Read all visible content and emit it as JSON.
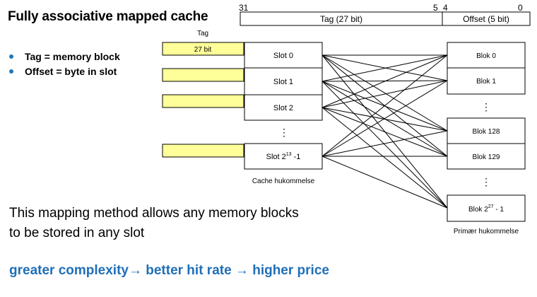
{
  "title": "Fully associative mapped cache",
  "bullets": [
    "Tag = memory block",
    "Offset = byte in slot"
  ],
  "description_line1": "This mapping method allows any memory blocks",
  "description_line2": "to be stored in any slot",
  "conclusion": "greater complexity→ better hit rate → higher price",
  "address": {
    "bit_high": "31",
    "bit_split_high": "5",
    "bit_split_low": "4",
    "bit_low": "0",
    "tag_field": "Tag (27 bit)",
    "offset_field": "Offset (5 bit)"
  },
  "tag_column_label": "Tag",
  "tag_width_label": "27 bit",
  "cache": {
    "slots": [
      "Slot 0",
      "Slot 1",
      "Slot 2"
    ],
    "last_slot_base": "Slot 2",
    "last_slot_exp": "13",
    "last_slot_tail": " -1",
    "ellipsis": "⋮",
    "caption": "Cache hukommelse"
  },
  "memory": {
    "blocks_top": [
      "Blok 0",
      "Blok 1"
    ],
    "blocks_mid": [
      "Blok 128",
      "Blok 129"
    ],
    "last_block_base": "Blok 2",
    "last_block_exp": "27",
    "last_block_tail": " - 1",
    "ellipsis": "⋮",
    "caption": "Primær hukommelse"
  },
  "colors": {
    "tag_fill": "#ffff99",
    "conclusion_text": "#1f6fb8",
    "bullet": "#1f77b4"
  }
}
